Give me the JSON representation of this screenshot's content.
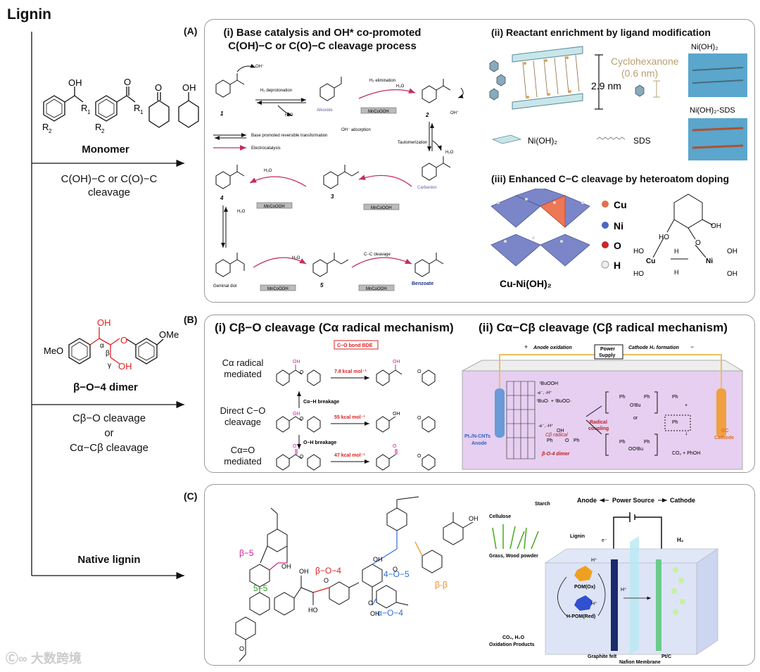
{
  "main_title": "Lignin",
  "left": {
    "monomer_label": "Monomer",
    "monomer_cleavage": [
      "C(OH)−C or C(O)−C",
      "cleavage"
    ],
    "monomer_atoms": {
      "oh1": "OH",
      "r1a": "R",
      "sub1": "1",
      "r2a": "R",
      "sub2": "2",
      "o1": "O",
      "r1b": "R",
      "r2b": "R",
      "o2": "O",
      "oh2": "OH"
    },
    "dimer_label": "β−O−4 dimer",
    "dimer_atoms": {
      "oh_top": "OH",
      "alpha": "α",
      "beta": "β",
      "gamma": "γ",
      "o": "O",
      "oh_bottom": "OH",
      "meo": "MeO",
      "ome": "OMe"
    },
    "dimer_cleavage": [
      "Cβ−O cleavage",
      "or",
      "Cα−Cβ cleavage"
    ],
    "native_label": "Native lignin"
  },
  "panel_a": {
    "label": "(A)",
    "i_title": [
      "(i) Base catalysis and OH* co-promoted",
      "C(OH)−C or C(O)−C cleavage process"
    ],
    "scheme": {
      "h2_deprot": "H₂ deprotonation",
      "h2_elim": "H₂ elimination",
      "alkoxide": "Alkoxide",
      "oh_ads": "OH⁻ adsorption",
      "tautomer": "Tautomerization",
      "carbanion": "Carbanion",
      "legend_black": "Base promoted reversible transformation",
      "legend_red": "Electrocatalysis",
      "geminal": "Geminal diol",
      "cc_cleavage": "C−C cleavage",
      "benzoate": "Benzoate",
      "mncooh": "MnCoOOH",
      "h2o": "H₂O",
      "oh": "OH⁻",
      "n1": "1",
      "n2": "2",
      "n3": "3",
      "n4": "4",
      "n5": "5"
    },
    "ii_title": "(ii) Reactant enrichment by ligand modification",
    "ii": {
      "cyclohexanone": "Cyclohexanone",
      "size": "(0.6 nm)",
      "gap": "2.9 nm",
      "nioh2": "Ni(OH)₂",
      "sds": "SDS",
      "img1": "Ni(OH)₂",
      "img2": "Ni(OH)₂-SDS"
    },
    "iii_title": "(iii) Enhanced C−C cleavage by heteroatom doping",
    "iii": {
      "legend": [
        "Cu",
        "Ni",
        "O",
        "H"
      ],
      "material": "Cu-Ni(OH)₂",
      "ho": "HO",
      "oh": "OH",
      "o": "O",
      "h": "H",
      "cu": "Cu",
      "ni": "Ni"
    }
  },
  "panel_b": {
    "label": "(B)",
    "i_title": "(i) Cβ−O cleavage (Cα radical mechanism)",
    "rows": [
      {
        "label": [
          "Cα radical",
          "mediated"
        ],
        "energy": "7.8 kcal mol⁻¹"
      },
      {
        "label": [
          "Direct C−O",
          "cleavage"
        ],
        "energy": "55 kcal mol⁻¹"
      },
      {
        "label": [
          "Cα=O",
          "mediated"
        ],
        "energy": "47 kcal mol⁻¹"
      }
    ],
    "bde_box": "C−O bond BDE",
    "ch_break": "Cα−H breakage",
    "oh_break": "O−H breakage",
    "ii_title": "(ii) Cα−Cβ cleavage (Cβ radical mechanism)",
    "cell": {
      "plus": "+",
      "minus": "−",
      "anode_ox": "Anode oxidation",
      "power": [
        "Power",
        "Supply"
      ],
      "cathode_h2": "Cathode H₂ formation",
      "anode": [
        "Pt₁/N-CNTs",
        "Anode"
      ],
      "cathode": [
        "GC",
        "Cathode"
      ],
      "tbuooh": "ᵗBuOOH",
      "step1": "-e⁻, -H⁺",
      "radicals": "ᵗBuO· + ᵗBuOO·",
      "cb_radical": "Cβ radical",
      "step2": "-e⁻, -H⁺",
      "dimer": "β-O-4 dimer",
      "radical_coupling": [
        "Radical",
        "coupling"
      ],
      "or": "or",
      "products": "CO₂ + PhOH",
      "ph": "Ph",
      "oh": "OH",
      "o": "O",
      "otbu": "OᵗBu",
      "ootbu": "OOᵗBu",
      "plus2": "+",
      "arrow": "↓"
    }
  },
  "panel_c": {
    "label": "(C)",
    "linkages": {
      "b5": "β−5",
      "bo4": "β−O−4",
      "o45": "4−O−5",
      "bb": "β-β",
      "l55": "5−5",
      "ao4": "α−O−4"
    },
    "atoms": {
      "oh": "OH",
      "o": "O",
      "ho": "HO"
    },
    "cell": {
      "anode": "Anode",
      "power": "Power Source",
      "cathode": "Cathode",
      "starch": "Starch",
      "cellulose": "Cellulose",
      "lignin": "Lignin",
      "grass": "Grass, Wood powder",
      "electron": "e⁻",
      "h2": "H₂",
      "hplus": "H⁺",
      "pom_ox": "POM(Ox)",
      "hpom_red": "H-POM(Red)",
      "co2": [
        "CO₂, H₂O",
        "Oxidation Products"
      ],
      "graphite": "Graphite felt",
      "nafion": "Nafion Membrane",
      "ptc": "Pt/C"
    }
  },
  "watermark": "大数跨境",
  "colors": {
    "panel_border": "#9a9a9a",
    "red": "#e02020",
    "magenta": "#d02090",
    "green": "#2a9d2a",
    "blue": "#2f6fd0",
    "orange": "#f08a1c",
    "electrolyte": "#e6cff0",
    "octa_blue": "#7a86c8",
    "octa_red": "#ee7755"
  }
}
